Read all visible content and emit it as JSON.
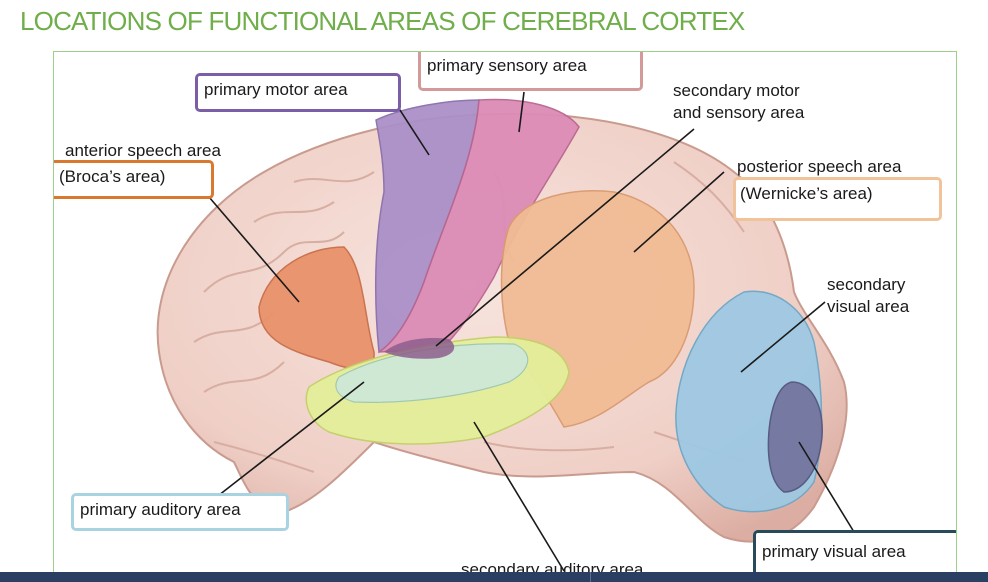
{
  "title": "LOCATIONS OF FUNCTIONAL AREAS OF CEREBRAL CORTEX",
  "labels": {
    "primary_motor": "primary motor area",
    "primary_sensory": "primary sensory area",
    "secondary_motor_1": "secondary motor",
    "secondary_motor_2": "and sensory area",
    "anterior_speech_1": "anterior speech area",
    "anterior_speech_2": "(Broca’s area)",
    "posterior_speech_1": "posterior speech area",
    "posterior_speech_2": "(Wernicke’s area)",
    "secondary_visual_1": "secondary",
    "secondary_visual_2": "visual area",
    "primary_auditory": "primary auditory area",
    "secondary_auditory": "secondary auditory area",
    "primary_visual": "primary visual area"
  },
  "colors": {
    "title": "#6fae4a",
    "brain": "#f0d6cf",
    "motor": "#ab90c8",
    "sensory": "#dc8cb6",
    "broca": "#e9926a",
    "wernicke": "#f1bc95",
    "visual_secondary": "#9ec9e3",
    "visual_primary": "#74759e",
    "auditory_primary": "#cde8d8",
    "auditory_secondary": "#e4ef9a",
    "box_motor": "#7b5ea7",
    "box_sensory": "#d49a9a",
    "box_broca": "#d9782f",
    "box_wernicke": "#f1c39a",
    "box_auditory": "#a9d3e1",
    "box_visual": "#284b5c"
  }
}
